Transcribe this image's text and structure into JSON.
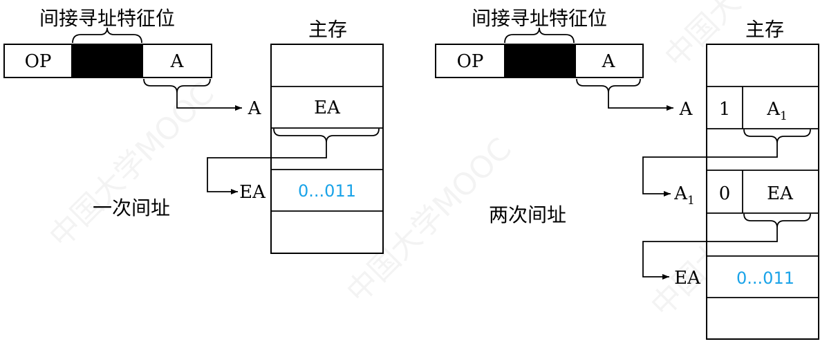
{
  "colors": {
    "stroke": "#000000",
    "value_text": "#1aa3e8",
    "black_field": "#000000"
  },
  "left": {
    "indirect_bit_label": "间接寻址特征位",
    "memory_label": "主存",
    "instr": {
      "op": "OP",
      "addr": "A"
    },
    "mem_cell_ea": "EA",
    "mem_cell_value": "0...011",
    "addr_label_a": "A",
    "addr_label_ea": "EA",
    "caption": "一次间址"
  },
  "right": {
    "indirect_bit_label": "间接寻址特征位",
    "memory_label": "主存",
    "instr": {
      "op": "OP",
      "addr": "A"
    },
    "cell1_flag": "1",
    "cell1_addr": "A",
    "cell1_sub": "1",
    "cell2_flag": "0",
    "cell2_addr": "EA",
    "mem_cell_value": "0...011",
    "addr_label_a": "A",
    "addr_label_a1": "A",
    "addr_label_a1_sub": "1",
    "addr_label_ea": "EA",
    "caption": "两次间址"
  },
  "watermark": "中国大学MOOC"
}
